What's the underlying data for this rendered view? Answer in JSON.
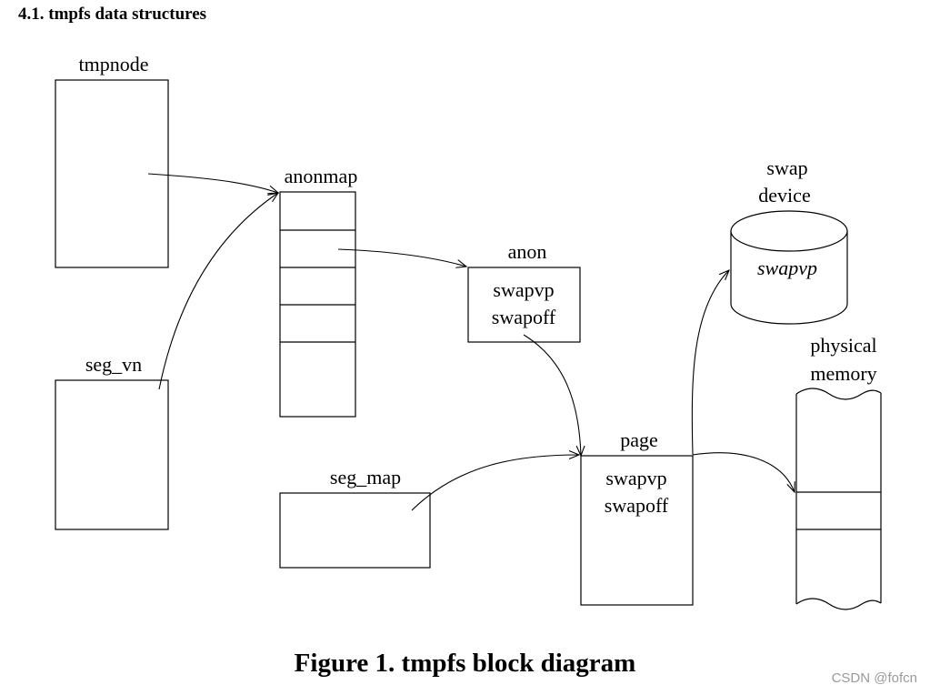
{
  "section": {
    "heading": "4.1.  tmpfs data structures"
  },
  "diagram": {
    "tmpnode_label": "tmpnode",
    "seg_vn_label": "seg_vn",
    "anonmap_label": "anonmap",
    "anon_label": "anon",
    "anon_fields": [
      "swapvp",
      "swapoff"
    ],
    "swap_device_label_line1": "swap",
    "swap_device_label_line2": "device",
    "swap_device_field": "swapvp",
    "seg_map_label": "seg_map",
    "page_label": "page",
    "page_fields": [
      "swapvp",
      "swapoff"
    ],
    "physical_memory_label_line1": "physical",
    "physical_memory_label_line2": "memory"
  },
  "caption": "Figure 1. tmpfs block diagram",
  "watermark": "CSDN @fofcn"
}
